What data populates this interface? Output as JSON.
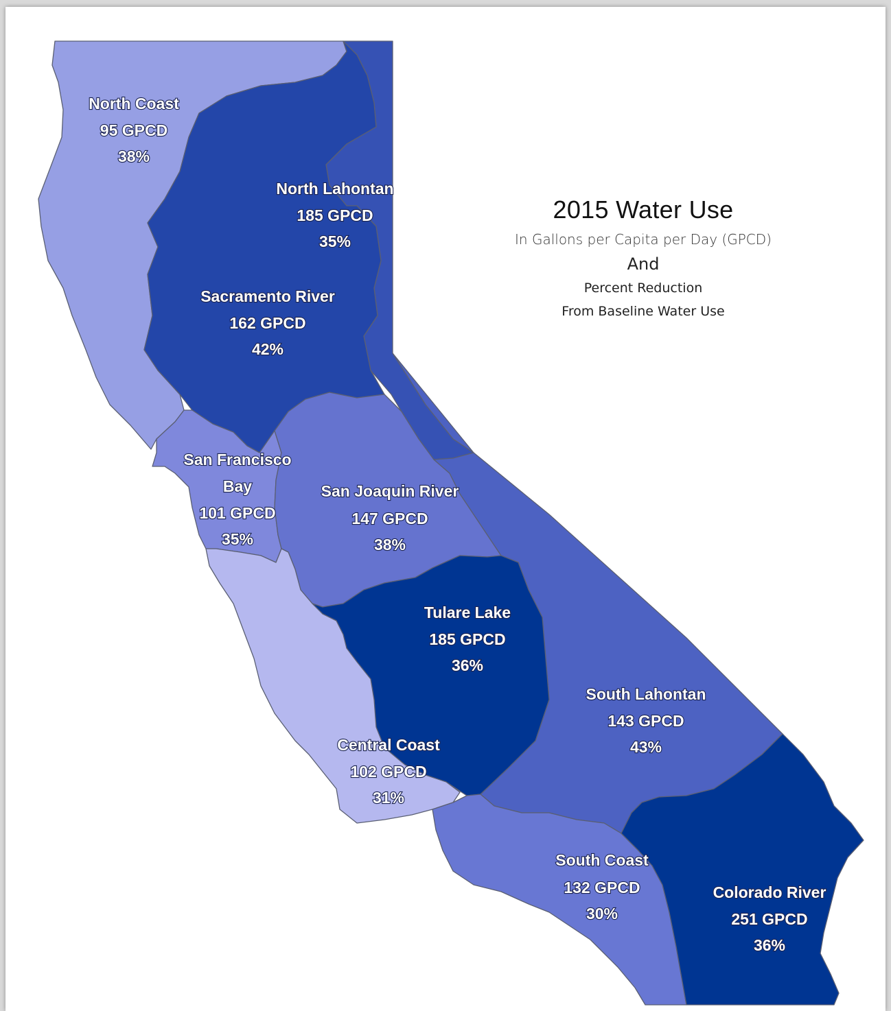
{
  "title": {
    "main": "2015 Water Use",
    "line1": "In Gallons per Capita per Day (GPCD)",
    "line2": "And",
    "line3": "Percent Reduction",
    "line4": "From Baseline Water Use"
  },
  "colors": {
    "lightest": "#b5b8ef",
    "light": "#969fe4",
    "medium": "#6470cc",
    "medium_dark": "#4a5fc0",
    "dark": "#2846aa",
    "darkest": "#003592"
  },
  "regions": [
    {
      "id": "north-coast",
      "name": "North Coast",
      "gpcd": "95 GPCD",
      "reduction": "38%",
      "color": "#969fe4"
    },
    {
      "id": "north-lahontan",
      "name": "North Lahontan",
      "gpcd": "185 GPCD",
      "reduction": "35%",
      "color": "#3652b4"
    },
    {
      "id": "sacramento-river",
      "name": "Sacramento River",
      "gpcd": "162 GPCD",
      "reduction": "42%",
      "color": "#2346a9"
    },
    {
      "id": "san-francisco-bay",
      "name_line1": "San Francisco",
      "name_line2": "Bay",
      "gpcd": "101 GPCD",
      "reduction": "35%",
      "color": "#7f88dc"
    },
    {
      "id": "san-joaquin-river",
      "name": "San Joaquin River",
      "gpcd": "147 GPCD",
      "reduction": "38%",
      "color": "#6573cf"
    },
    {
      "id": "tulare-lake",
      "name": "Tulare Lake",
      "gpcd": "185 GPCD",
      "reduction": "36%",
      "color": "#003592"
    },
    {
      "id": "central-coast",
      "name": "Central Coast",
      "gpcd": "102 GPCD",
      "reduction": "31%",
      "color": "#b5b8ef"
    },
    {
      "id": "south-lahontan",
      "name": "South Lahontan",
      "gpcd": "143 GPCD",
      "reduction": "43%",
      "color": "#4d62c2"
    },
    {
      "id": "south-coast",
      "name": "South Coast",
      "gpcd": "132 GPCD",
      "reduction": "30%",
      "color": "#6877d3"
    },
    {
      "id": "colorado-river",
      "name": "Colorado River",
      "gpcd": "251 GPCD",
      "reduction": "36%",
      "color": "#003592"
    }
  ]
}
